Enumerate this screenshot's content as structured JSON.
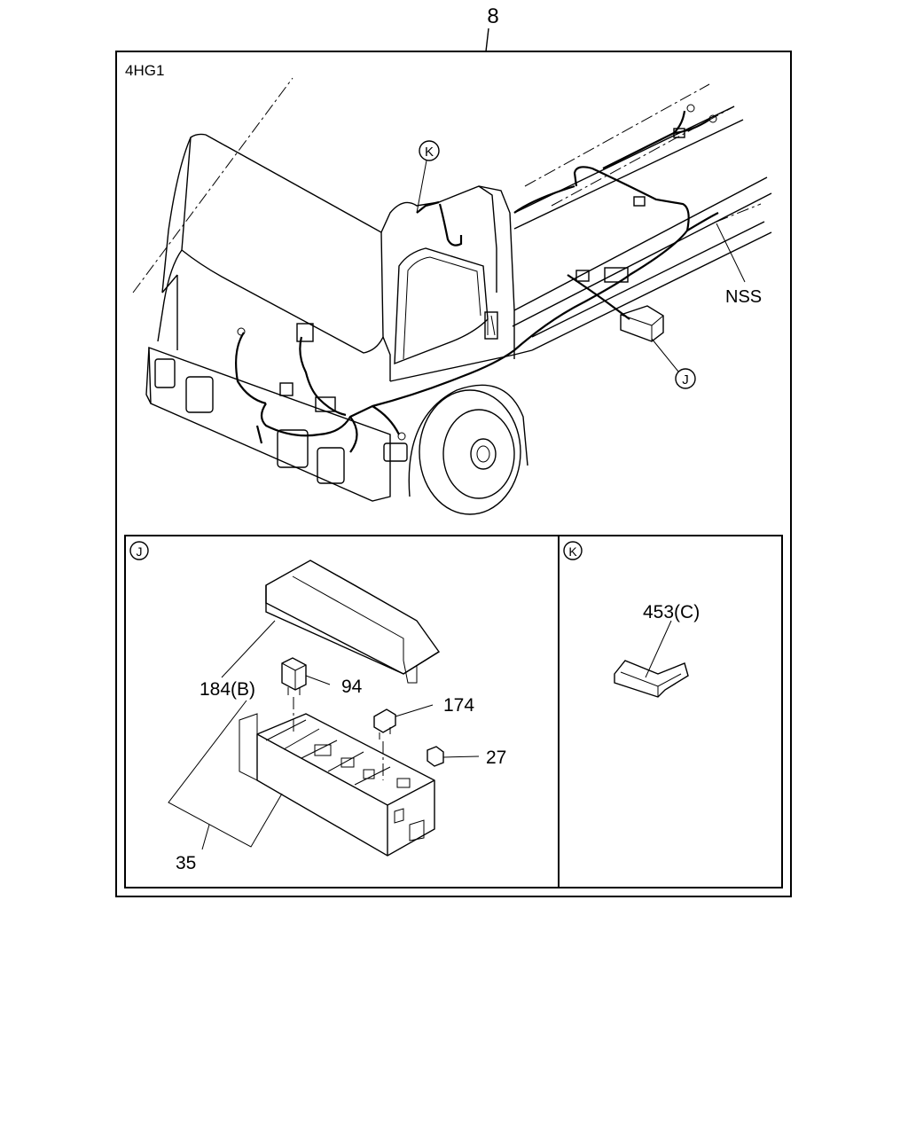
{
  "diagram": {
    "reference_number": "8",
    "engine_code": "4HG1",
    "callouts": {
      "nss": "NSS",
      "detail_j": "J",
      "detail_k": "K"
    },
    "detail_j": {
      "label": "J",
      "parts": {
        "cover": "184(B)",
        "relay": "94",
        "fuse_large": "174",
        "fuse_small": "27",
        "assembly": "35"
      }
    },
    "detail_k": {
      "label": "K",
      "parts": {
        "clip": "453(C)"
      }
    }
  }
}
